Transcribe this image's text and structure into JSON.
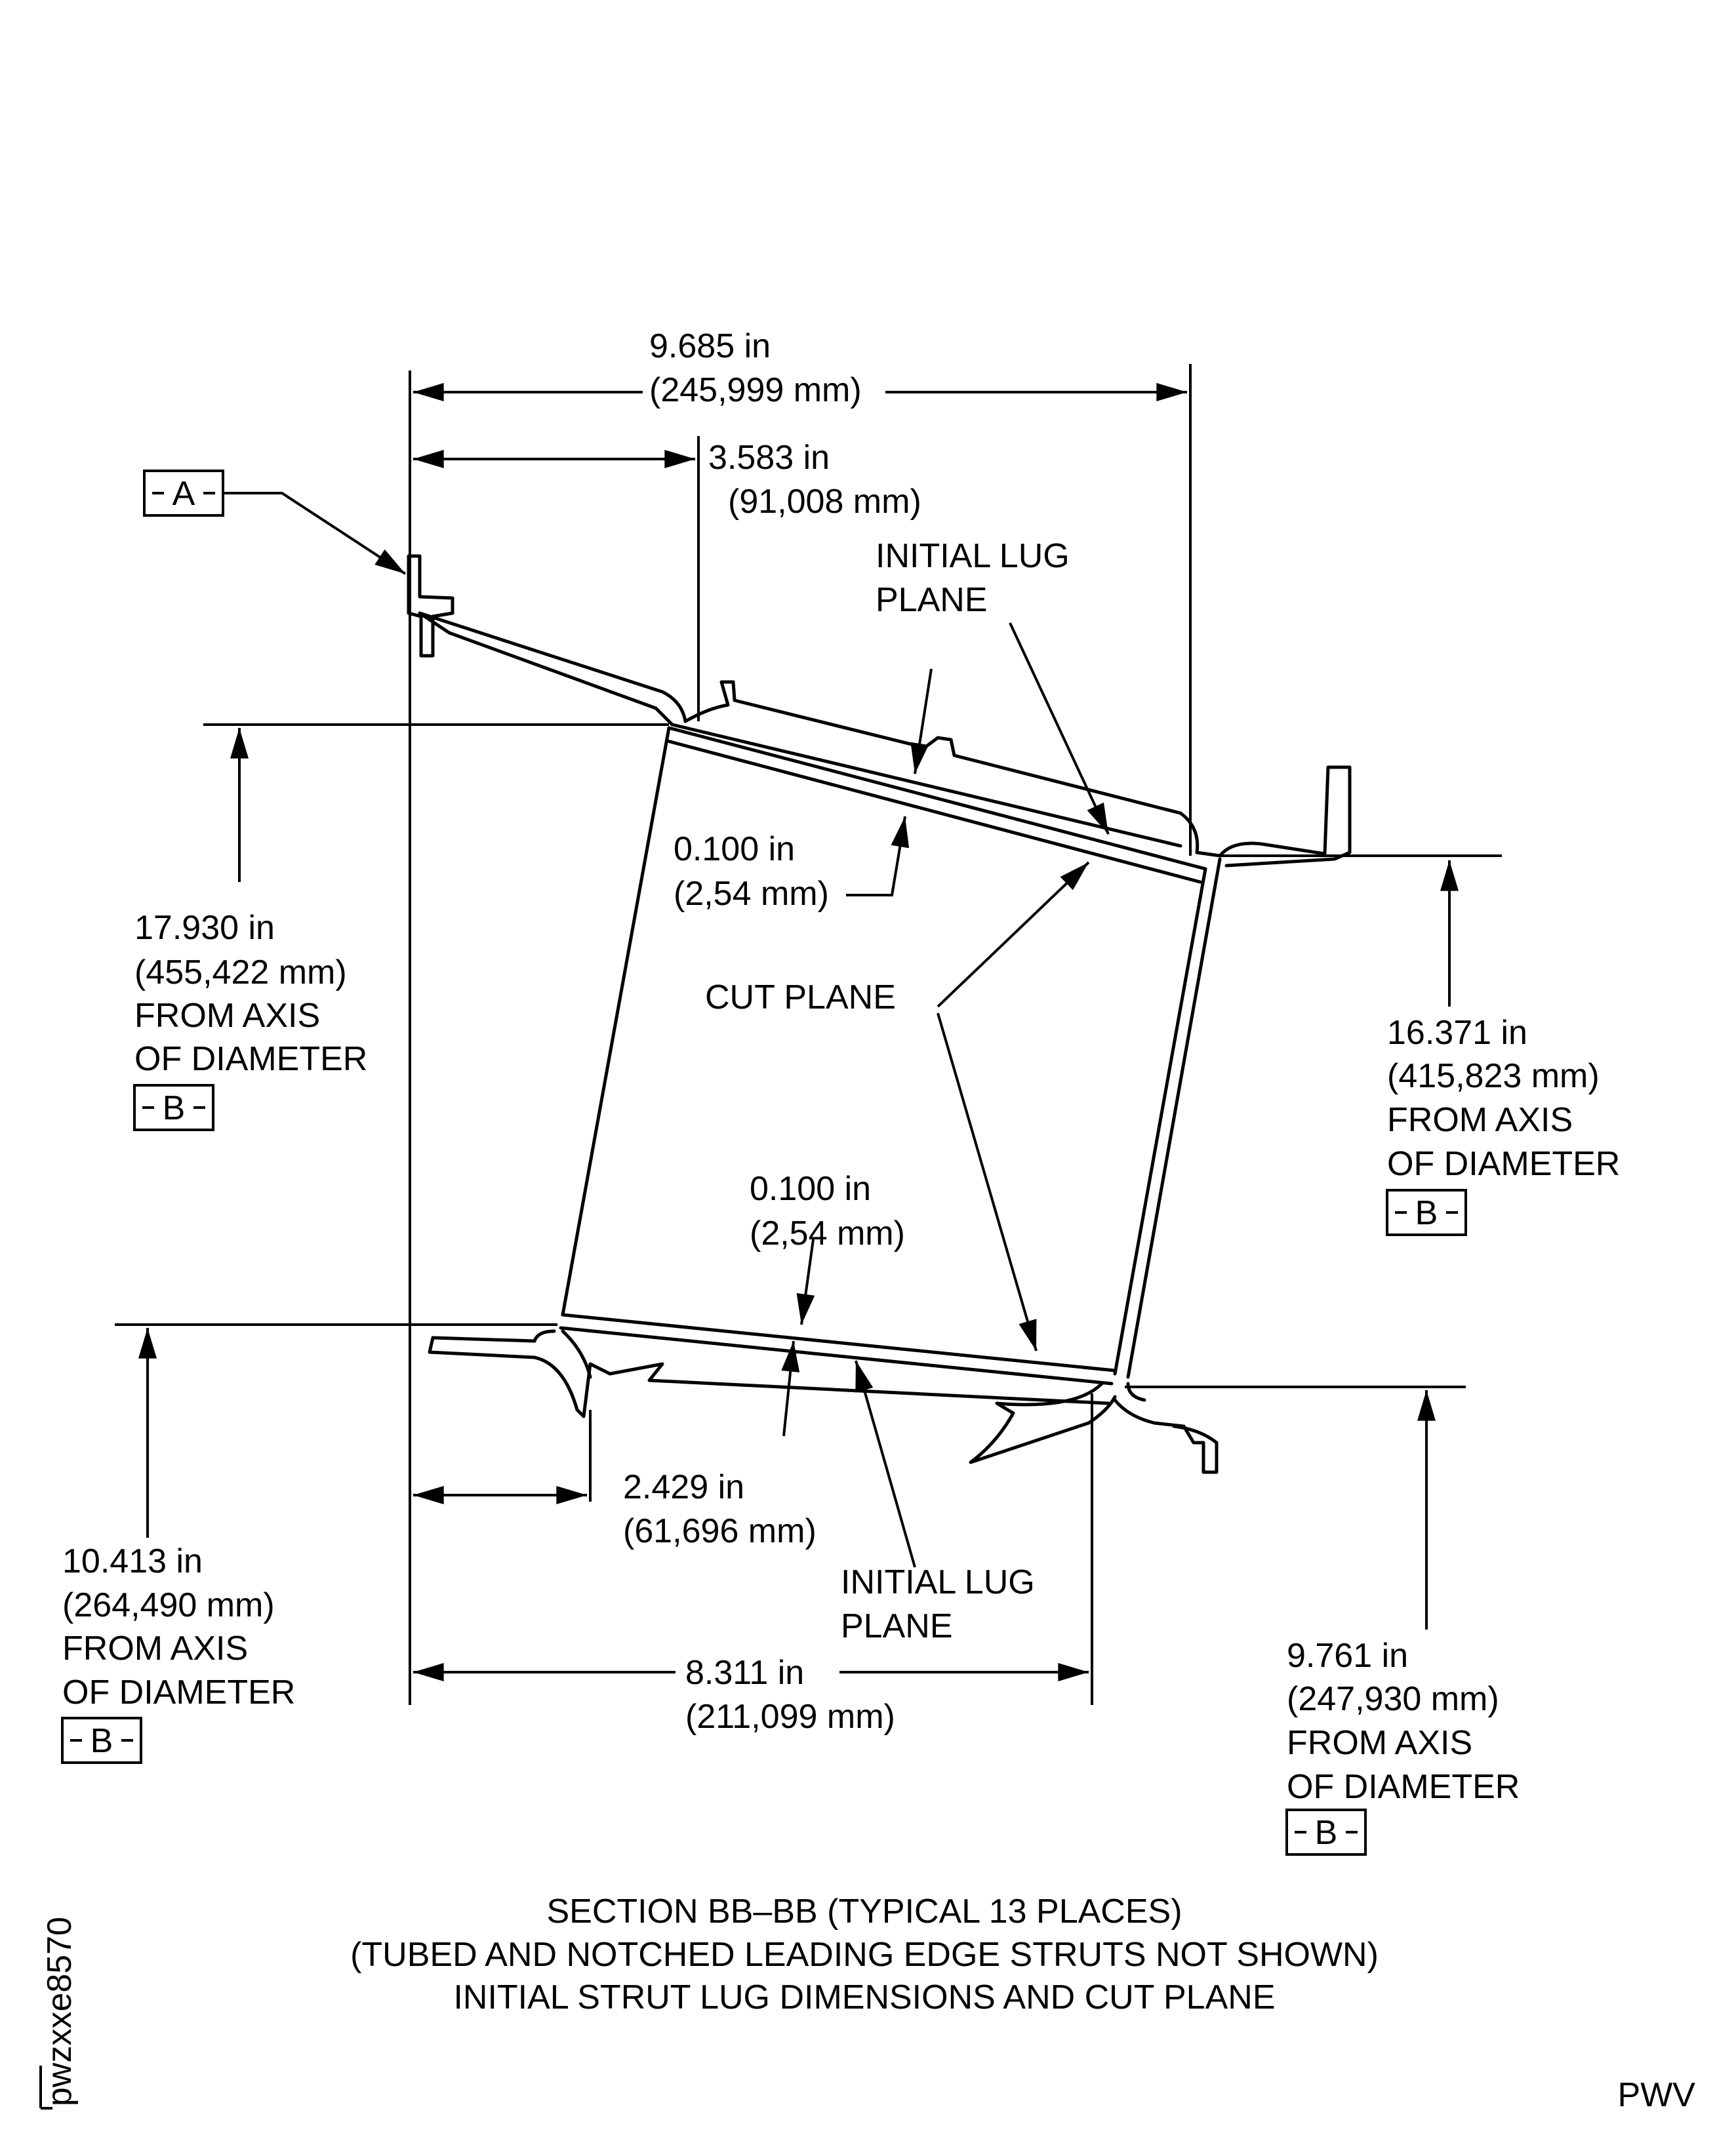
{
  "dimensions": {
    "overall_top": [
      "9.685 in",
      "(245,999 mm)"
    ],
    "lug_top_offset": [
      "3.583 in",
      "(91,008 mm)"
    ],
    "radius_upper_left": [
      "17.930 in",
      "(455,422 mm)",
      "FROM AXIS",
      "OF DIAMETER"
    ],
    "radius_upper_right": [
      "16.371 in",
      "(415,823 mm)",
      "FROM AXIS",
      "OF DIAMETER"
    ],
    "depth_upper": [
      "0.100 in",
      "(2,54 mm)"
    ],
    "depth_lower": [
      "0.100 in",
      "(2,54 mm)"
    ],
    "lug_bottom_offset": [
      "2.429 in",
      "(61,696 mm)"
    ],
    "radius_lower_left": [
      "10.413 in",
      "(264,490 mm)",
      "FROM AXIS",
      "OF DIAMETER"
    ],
    "overall_bottom": [
      "8.311 in",
      "(211,099 mm)"
    ],
    "radius_lower_right": [
      "9.761 in",
      "(247,930 mm)",
      "FROM AXIS",
      "OF DIAMETER"
    ]
  },
  "labels": {
    "initial_lug_plane_top": [
      "INITIAL LUG",
      "PLANE"
    ],
    "initial_lug_plane_bottom": [
      "INITIAL LUG",
      "PLANE"
    ],
    "cut_plane": "CUT PLANE"
  },
  "datums": {
    "a": "A",
    "b": "B"
  },
  "caption": [
    "SECTION BB–BB (TYPICAL 13 PLACES)",
    "(TUBED AND NOTCHED LEADING EDGE STRUTS NOT SHOWN)",
    "INITIAL STRUT LUG DIMENSIONS AND CUT PLANE"
  ],
  "figure_id": "pwzxxe8570",
  "footer_code": "PWV"
}
